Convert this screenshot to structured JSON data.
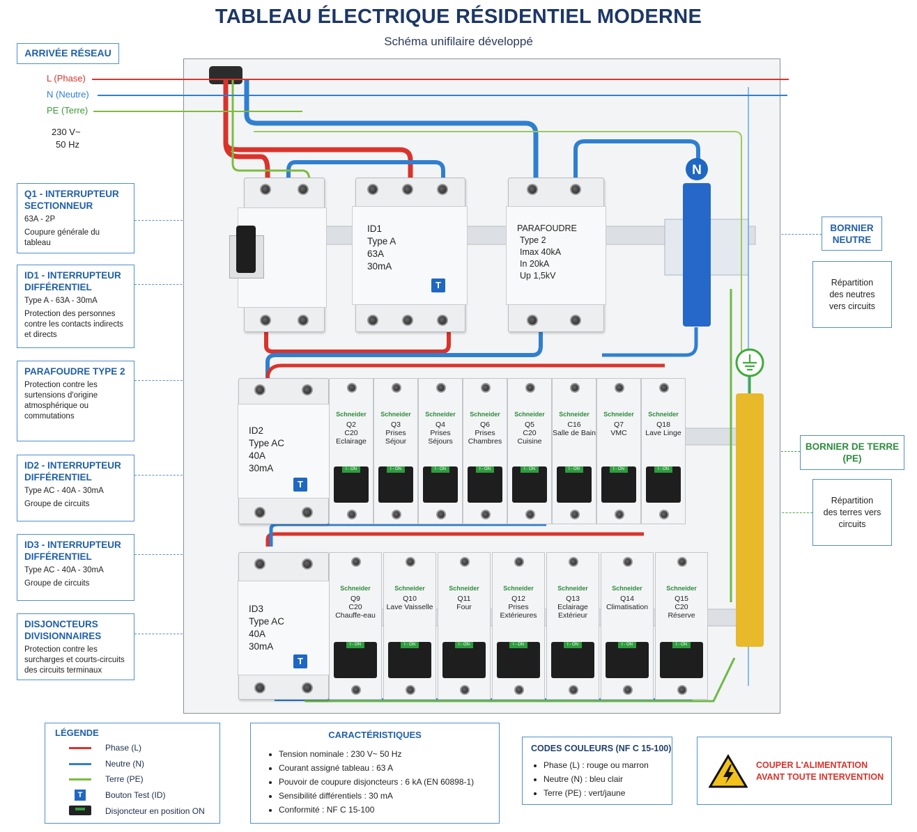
{
  "title": "TABLEAU ÉLECTRIQUE RÉSIDENTIEL MODERNE",
  "subtitle": "Schéma unifilaire développé",
  "arrivee": {
    "title": "ARRIVÉE RÉSEAU",
    "phase": "L (Phase)",
    "neutre": "N (Neutre)",
    "terre": "PE (Terre)",
    "voltage": "230 V~",
    "freq": "50 Hz"
  },
  "labels": {
    "q1": {
      "title": "Q1 - INTERRUPTEUR SECTIONNEUR",
      "l1": "63A - 2P",
      "l2": "Coupure générale du tableau"
    },
    "id1": {
      "title": "ID1 - INTERRUPTEUR DIFFÉRENTIEL",
      "l1": "Type A - 63A - 30mA",
      "l2": "Protection des personnes contre les contacts indirects et directs"
    },
    "parafoudre": {
      "title": "PARAFOUDRE TYPE 2",
      "l1": "Protection contre les surtensions d'origine atmosphérique ou commutations"
    },
    "id2": {
      "title": "ID2 - INTERRUPTEUR DIFFÉRENTIEL",
      "l1": "Type AC - 40A - 30mA",
      "l2": "Groupe de circuits"
    },
    "id3": {
      "title": "ID3 - INTERRUPTEUR DIFFÉRENTIEL",
      "l1": "Type AC - 40A - 30mA",
      "l2": "Groupe de circuits"
    },
    "disj": {
      "title": "DISJONCTEURS DIVISIONNAIRES",
      "l1": "Protection contre les surcharges et courts-circuits des circuits terminaux"
    },
    "bornier_neutre": {
      "title": "BORNIER NEUTRE",
      "desc": "Répartition des neutres vers circuits"
    },
    "bornier_terre": {
      "title": "BORNIER DE TERRE (PE)",
      "desc": "Répartition des terres vers circuits"
    }
  },
  "devices": {
    "id1": {
      "name": "ID1",
      "type": "Type A",
      "amps": "63A",
      "sens": "30mA",
      "test": "T"
    },
    "parafoudre": {
      "name": "PARAFOUDRE",
      "l1": "Type 2",
      "l2": "Imax 40kA",
      "l3": "In 20kA",
      "l4": "Up 1,5kV"
    },
    "id2": {
      "name": "ID2",
      "type": "Type AC",
      "amps": "40A",
      "sens": "30mA",
      "test": "T"
    },
    "id3": {
      "name": "ID3",
      "type": "Type AC",
      "amps": "40A",
      "sens": "30mA",
      "test": "T"
    },
    "neutral_symbol": "N",
    "brand": "Schneider",
    "on_label": "I - ON",
    "row1": [
      {
        "id": "Q2",
        "rating": "C20",
        "label": "Eclairage"
      },
      {
        "id": "Q3",
        "rating": "",
        "label": "Prises Séjour"
      },
      {
        "id": "Q4",
        "rating": "",
        "label": "Prises Séjours"
      },
      {
        "id": "Q6",
        "rating": "",
        "label": "Prises Chambres"
      },
      {
        "id": "Q5",
        "rating": "C20",
        "label": "Cuisine"
      },
      {
        "id": "C16",
        "rating": "",
        "label": "Salle de Bain"
      },
      {
        "id": "Q7",
        "rating": "",
        "label": "VMC"
      },
      {
        "id": "Q18",
        "rating": "",
        "label": "Lave Linge"
      }
    ],
    "row2": [
      {
        "id": "Q9",
        "rating": "C20",
        "label": "Chauffe-eau"
      },
      {
        "id": "Q10",
        "rating": "",
        "label": "Lave Vaisselle"
      },
      {
        "id": "Q11",
        "rating": "",
        "label": "Four"
      },
      {
        "id": "Q12",
        "rating": "",
        "label": "Prises Extérieures"
      },
      {
        "id": "Q13",
        "rating": "",
        "label": "Eclairage Extérieur"
      },
      {
        "id": "Q14",
        "rating": "",
        "label": "Climatisation"
      },
      {
        "id": "Q15",
        "rating": "C20",
        "label": "Réserve"
      }
    ]
  },
  "legende": {
    "title": "LÉGENDE",
    "items": [
      "Phase (L)",
      "Neutre (N)",
      "Terre (PE)",
      "Bouton Test (ID)",
      "Disjoncteur en position ON"
    ],
    "test_symbol": "T"
  },
  "caracteristiques": {
    "title": "CARACTÉRISTIQUES",
    "items": [
      "Tension nominale : 230 V~ 50 Hz",
      "Courant assigné tableau : 63 A",
      "Pouvoir de coupure disjoncteurs : 6 kA (EN 60898-1)",
      "Sensibilité différentiels : 30 mA",
      "Conformité : NF C 15-100"
    ]
  },
  "codes": {
    "title": "CODES COULEURS (NF C 15-100)",
    "items": [
      "Phase (L) : rouge ou marron",
      "Neutre (N) : bleu clair",
      "Terre (PE) : vert/jaune"
    ]
  },
  "warning": {
    "l1": "COUPER L'ALIMENTATION",
    "l2": "AVANT TOUTE INTERVENTION"
  },
  "colors": {
    "phase": "#d9332b",
    "neutre": "#2f7fd0",
    "terre": "#3faa3a",
    "terre_bar": "#e8b92b",
    "accent": "#1f5fa8"
  }
}
